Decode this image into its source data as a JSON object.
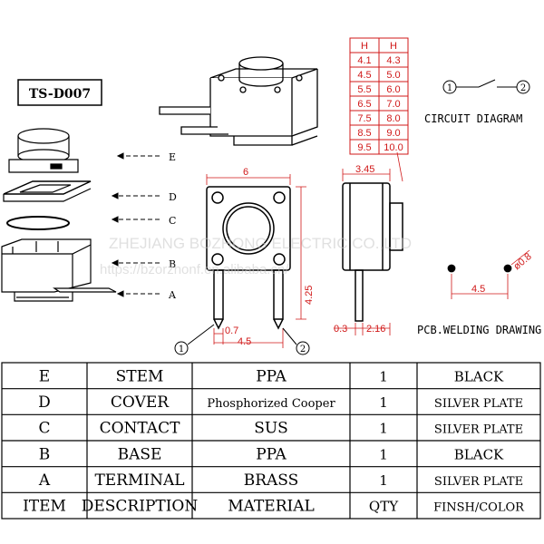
{
  "model": "TS-D007",
  "circuit_label": "CIRCUIT DIAGRAM",
  "pcb_label": "PCB.WELDING DRAWING",
  "watermark_company": "ZHEJIANG BOZHONG ELECTRIC CO.,LTD",
  "watermark_url": "https://bzorzhonf.en.alibaba.cn/",
  "h_table": {
    "header": [
      "H",
      "H"
    ],
    "rows": [
      [
        "4.1",
        "4.3"
      ],
      [
        "4.5",
        "5.0"
      ],
      [
        "5.5",
        "6.0"
      ],
      [
        "6.5",
        "7.0"
      ],
      [
        "7.5",
        "8.0"
      ],
      [
        "8.5",
        "9.0"
      ],
      [
        "9.5",
        "10.0"
      ]
    ]
  },
  "part_letters": {
    "e": "E",
    "d": "D",
    "c": "C",
    "b": "B",
    "a": "A"
  },
  "terminal_nums": {
    "one": "1",
    "two": "2"
  },
  "dims": {
    "top_w": "6",
    "side_w": "3.45",
    "lead_w": "0.7",
    "pitch_front": "4.5",
    "height": "4.25",
    "side_a": "0.3",
    "side_b": "2.16",
    "pcb_pitch": "4.5",
    "pcb_hole": "ø0.8"
  },
  "bom": {
    "rows": [
      {
        "item": "E",
        "desc": "STEM",
        "mat": "PPA",
        "qty": "1",
        "finish": "BLACK"
      },
      {
        "item": "D",
        "desc": "COVER",
        "mat": "Phosphorized Cooper",
        "qty": "1",
        "finish": "SILVER PLATE"
      },
      {
        "item": "C",
        "desc": "CONTACT",
        "mat": "SUS",
        "qty": "1",
        "finish": "SILVER PLATE"
      },
      {
        "item": "B",
        "desc": "BASE",
        "mat": "PPA",
        "qty": "1",
        "finish": "BLACK"
      },
      {
        "item": "A",
        "desc": "TERMINAL",
        "mat": "BRASS",
        "qty": "1",
        "finish": "SILVER PLATE"
      }
    ],
    "header": {
      "item": "ITEM",
      "desc": "DESCRIPTION",
      "mat": "MATERIAL",
      "qty": "QTY",
      "finish": "FINSH/COLOR"
    }
  }
}
